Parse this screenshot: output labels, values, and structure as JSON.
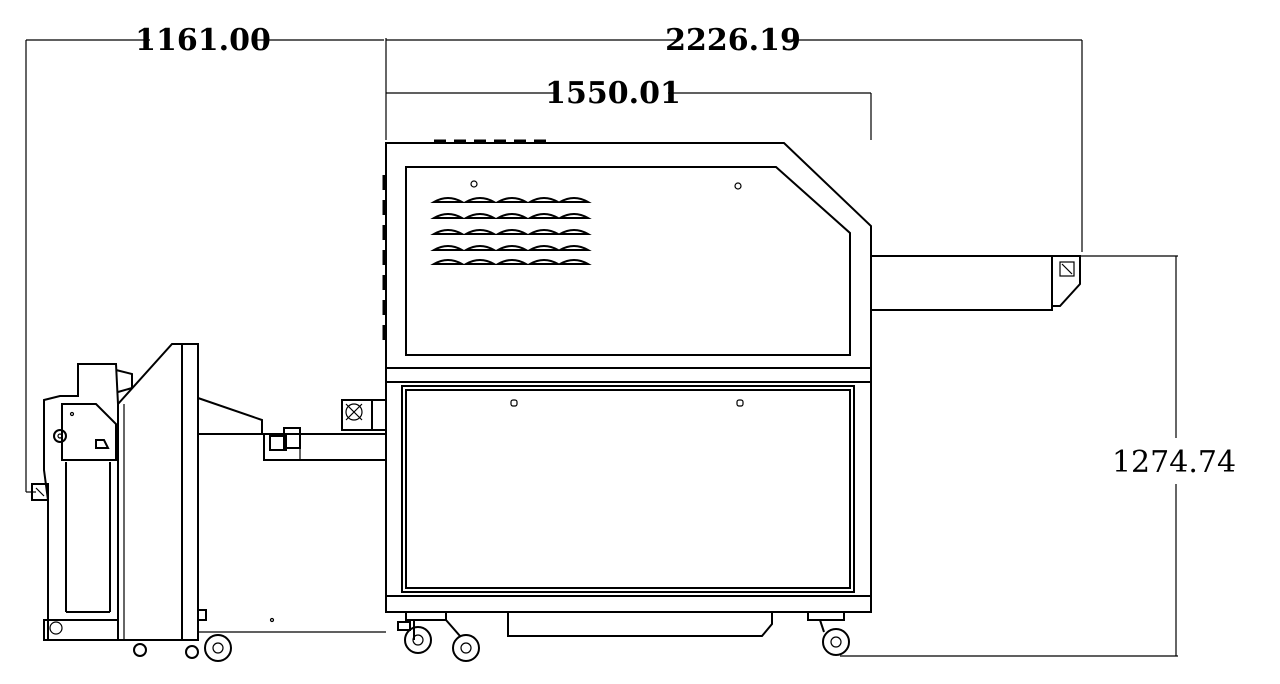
{
  "drawing": {
    "line_color": "#000000",
    "background": "#ffffff",
    "dimensions": {
      "left_width": "1161.00",
      "overall_length": "2226.19",
      "cabinet_length": "1550.01",
      "overall_height": "1274.74"
    }
  }
}
